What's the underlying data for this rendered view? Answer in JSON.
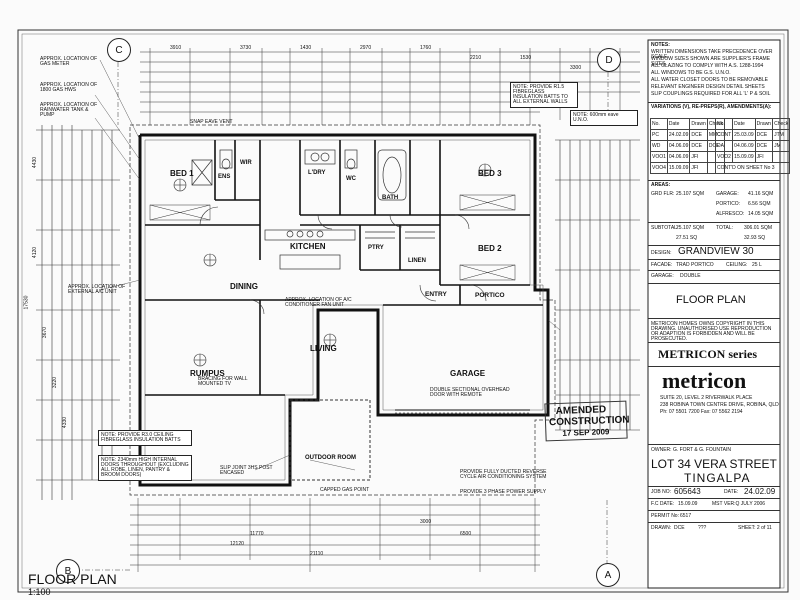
{
  "title_block": {
    "series": "METRICON series",
    "brand": "metricon",
    "address_lines": [
      "SUITE 20, LEVEL 2 RIVERWALK PLACE",
      "238 ROBINA TOWN CENTRE DRIVE, ROBINA, QLD",
      "Ph: 07 5501 7200  Fax: 07 5562 2194"
    ],
    "owner": "OWNER: G. FORT & G. FOUNTAIN",
    "lot": "LOT 34 VERA STREET",
    "suburb": "TINGALPA",
    "job_no_label": "JOB NO:",
    "job_no": "605643",
    "date_label": "DATE:",
    "date": "24.02.09",
    "fc_date_label": "F.C DATE:",
    "fc_date": "15.09.09",
    "mst_ver": "MST VER:Q JULY 2006",
    "permit_label": "PERMIT No:",
    "permit": "6517",
    "drawn_label": "DRAWN:",
    "drawn": "DCE",
    "checked": "???",
    "sheet": "SHEET: 2 of 11",
    "page_title": "FLOOR PLAN",
    "design_label": "DESIGN:",
    "design_name": "GRANDVIEW 30",
    "facade_label": "FACADE:",
    "facade": "TRAD PORTICO",
    "ceiling_label": "CEILING:",
    "ceiling": "25 L",
    "garage_label": "GARAGE:",
    "garage": "DOUBLE",
    "copyright": "METRICON HOMES OWNS COPYRIGHT IN THIS DRAWING. UNAUTHORISED USE REPRODUCTION OR ADAPTION IS FORBIDDEN AND WILL BE PROSECUTED."
  },
  "notes": {
    "header": "NOTES:",
    "items": [
      "WRITTEN DIMENSIONS TAKE PRECEDENCE OVER SCALE.",
      "WINDOW SIZES SHOWN ARE SUPPLIER'S FRAME SIZES.",
      "ALL GLAZING TO COMPLY WITH A.S. 1288-1994",
      "ALL WINDOWS TO BE G.S. U.N.O.",
      "ALL WATER CLOSET DOORS TO BE REMOVABLE",
      "RELEVANT ENGINEER DESIGN DETAIL SHEETS",
      "SLIP COUPLINGS REQUIRED FOR ALL 'L' P & SOIL"
    ],
    "amendments_label": "VARIATIONS (V), RE-PREPS(R), AMENDMENTS(A):"
  },
  "revisions": {
    "headers": [
      "No.",
      "Date",
      "Drawn",
      "Check"
    ],
    "rows_left": [
      [
        "PC",
        "24.02.09",
        "DCE",
        "MMC"
      ],
      [
        "WD",
        "04.06.09",
        "DCE",
        "DCE"
      ],
      [
        "VOO1",
        "04.06.09",
        "JFI",
        ""
      ],
      [
        "VOO4",
        "15.09.09",
        "JFI",
        ""
      ]
    ],
    "rows_right": [
      [
        "CONT",
        "25.03.09",
        "DCE",
        "JTM"
      ],
      [
        "DA",
        "04.06.09",
        "DCE",
        "JM"
      ],
      [
        "VOO2",
        "15.09.09",
        "JFI",
        ""
      ],
      [
        "",
        "",
        "",
        ""
      ]
    ],
    "cont_note": "CONT'D ON SHEET No 3"
  },
  "areas": {
    "header": "AREAS:",
    "rows": [
      [
        "GRD FLR:",
        "25.107 SQM",
        "GARAGE:",
        "41.16 SQM"
      ],
      [
        "",
        "",
        "PORTICO:",
        "6.56 SQM"
      ],
      [
        "",
        "",
        "ALFRESCO:",
        "14.05 SQM"
      ]
    ],
    "subtotal_label": "SUBTOTAL:",
    "subtotal": "25.107 SQM",
    "total_label": "TOTAL:",
    "total": "306.01 SQM",
    "squares": "27.51 SQ",
    "squares_total": "32.93 SQ"
  },
  "plan": {
    "title": "FLOOR PLAN",
    "scale": "1:100",
    "grid_labels": [
      "C",
      "D",
      "B",
      "A"
    ],
    "rooms": [
      "BED 1",
      "ENS",
      "WIR",
      "BED 3",
      "BATH",
      "WC",
      "L'DRY",
      "KITCHEN",
      "PTRY",
      "LINEN",
      "BED 2",
      "DINING",
      "PORTICO",
      "ENTRY",
      "LIVING",
      "RUMPUS",
      "GARAGE",
      "OUTDOOR ROOM"
    ],
    "annotations": [
      "APPROX. LOCATION OF GAS METER",
      "APPROX. LOCATION OF 1800 GAS HWS",
      "APPROX. LOCATION OF RAINWATER TANK & PUMP",
      "SNAP EAVE VENT",
      "BRACING FOR WALL MOUNTED TV",
      "SLIP JOINT 3HS POST ENCASED",
      "APPROX. LOCATION OF EXTERNAL A/C UNIT",
      "APPROX. LOCATION OF A/C CONDITIONER FAN UNIT",
      "CAPPED GAS POINT",
      "PROVIDE FULLY DUCTED REVERSE CYCLE AIR CONDITIONING SYSTEM",
      "PROVIDE 3 PHASE POWER SUPPLY",
      "DOUBLE SECTIONAL OVERHEAD DOOR WITH REMOTE"
    ],
    "note_r1": "NOTE: PROVIDE R1.5 FIBREGLASS INSULATION BATTS TO ALL EXTERNAL WALLS",
    "note_eave": "NOTE: 600mm eave U.N.O.",
    "note_r3": "NOTE: PROVIDE R3.0 CEILING FIBREGLASS INSULATION BATTS",
    "note_doors": "NOTE: 2340mm HIGH INTERNAL DOORS THROUGHOUT (EXCLUDING ALL ROBE, LINEN, PANTRY & BROOM DOORS)",
    "dims_top": [
      "3910",
      "3730",
      "1430",
      "2970",
      "1760",
      "2210",
      "1530",
      "3300"
    ],
    "dims_bottom": [
      "6500",
      "21110",
      "12120",
      "11770",
      "3000"
    ],
    "dims_left": [
      "4430",
      "4120",
      "3670",
      "3220",
      "4330",
      "17530"
    ]
  },
  "stamp": {
    "line1": "AMENDED",
    "line2": "CONSTRUCTION",
    "date": "17 SEP 2009"
  }
}
